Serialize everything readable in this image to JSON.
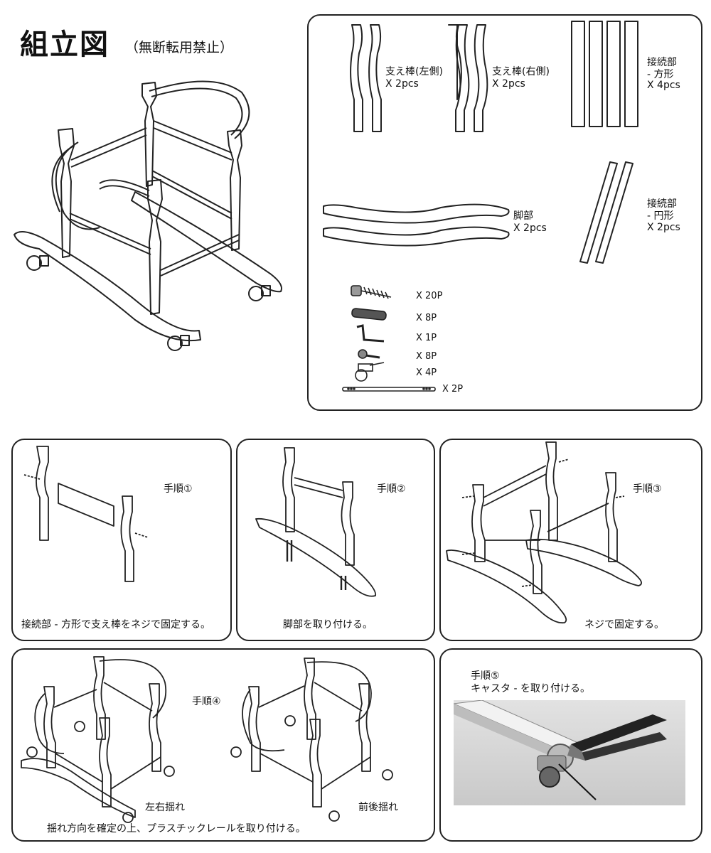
{
  "header": {
    "title": "組立図",
    "subtitle": "（無断転用禁止）"
  },
  "parts": [
    {
      "name": "支え棒(左側)",
      "qty": "X 2pcs"
    },
    {
      "name": "支え棒(右側)",
      "qty": "X 2pcs"
    },
    {
      "name": "接続部\n- 方形",
      "qty": "X 4pcs"
    },
    {
      "name": "脚部",
      "qty": "X 2pcs"
    },
    {
      "name": "接続部\n- 円形",
      "qty": "X 2pcs"
    }
  ],
  "hardware": [
    {
      "icon": "screw-icon",
      "qty": "X 20P"
    },
    {
      "icon": "dowel-icon",
      "qty": "X 8P"
    },
    {
      "icon": "hex-key-icon",
      "qty": "X 1P"
    },
    {
      "icon": "bolt-icon",
      "qty": "X 8P"
    },
    {
      "icon": "caster-icon",
      "qty": "X 4P"
    },
    {
      "icon": "plastic-rail-icon",
      "qty": "X 2P"
    }
  ],
  "steps": [
    {
      "label": "手順①",
      "caption": "接続部 - 方形で支え棒をネジで固定する。"
    },
    {
      "label": "手順②",
      "caption": "脚部を取り付ける。"
    },
    {
      "label": "手順③",
      "caption": "ネジで固定する。"
    },
    {
      "label": "手順④",
      "caption": "揺れ方向を確定の上、プラスチックレールを取り付ける。",
      "options": [
        "左右揺れ",
        "前後揺れ"
      ]
    },
    {
      "label": "手順⑤",
      "caption": "キャスタ - を取り付ける。"
    }
  ]
}
